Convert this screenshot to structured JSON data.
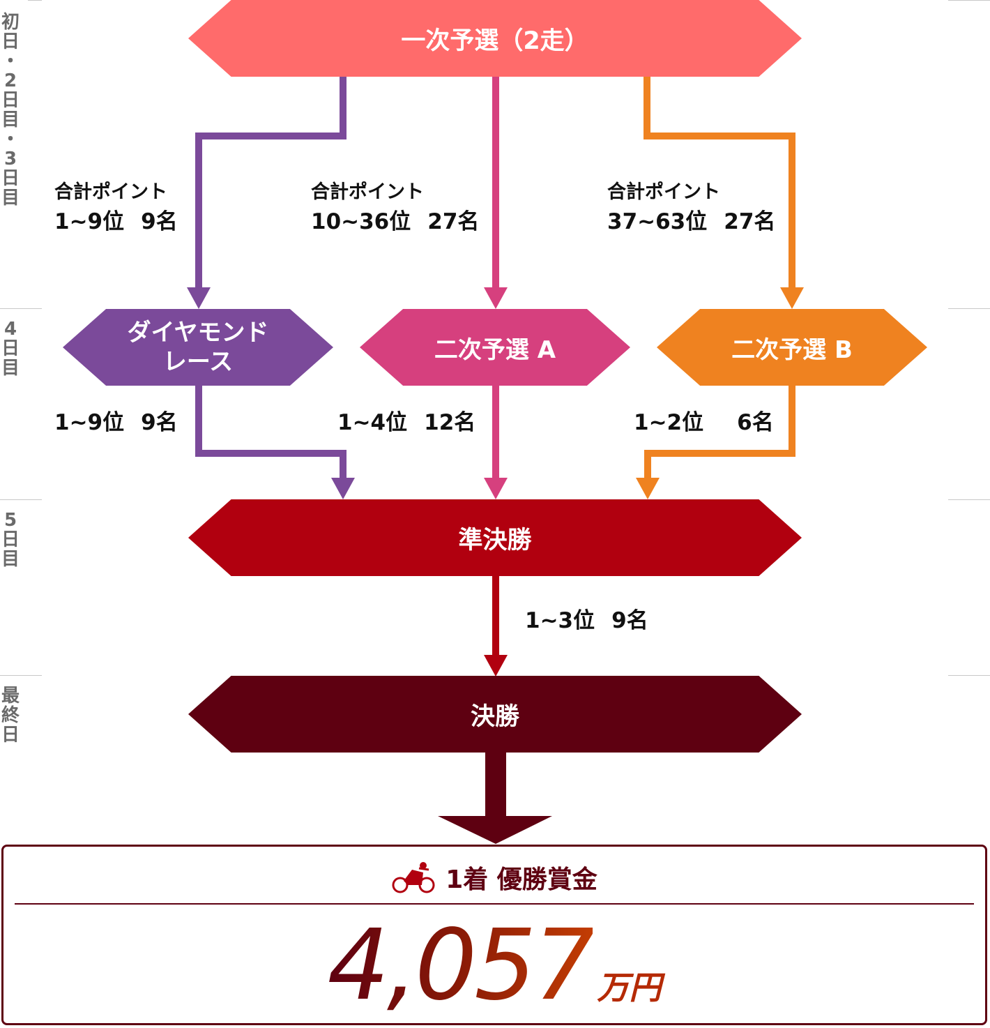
{
  "days": [
    {
      "label": "初日・2日目・3日目"
    },
    {
      "label": "4日目"
    },
    {
      "label": "5日目"
    },
    {
      "label": "最終日"
    }
  ],
  "stages": {
    "first": {
      "label": "一次予選（2走）",
      "color": "#ff6b6b"
    },
    "diamond": {
      "line1": "ダイヤモンド",
      "line2": "レース",
      "color": "#7b4a9a"
    },
    "secondA": {
      "label": "二次予選 A",
      "color": "#d6407e"
    },
    "secondB": {
      "label": "二次予選 B",
      "color": "#ef8220"
    },
    "semi": {
      "label": "準決勝",
      "color": "#b1000f"
    },
    "final": {
      "label": "決勝",
      "color": "#5e0011"
    }
  },
  "points_label": "合計ポイント",
  "advance": {
    "left": {
      "rank": "1~9位",
      "count": "9名"
    },
    "mid": {
      "rank": "10~36位",
      "count": "27名"
    },
    "right": {
      "rank": "37~63位",
      "count": "27名"
    },
    "fromDiamond": {
      "rank": "1~9位",
      "count": "9名"
    },
    "fromA": {
      "rank": "1~4位",
      "count": "12名"
    },
    "fromB": {
      "rank": "1~2位",
      "count": "6名"
    },
    "fromSemi": {
      "rank": "1~3位",
      "count": "9名"
    }
  },
  "prize": {
    "icon": "cyclist-icon",
    "title": "1着 優勝賞金",
    "amount": "4,057",
    "unit": "万円"
  }
}
